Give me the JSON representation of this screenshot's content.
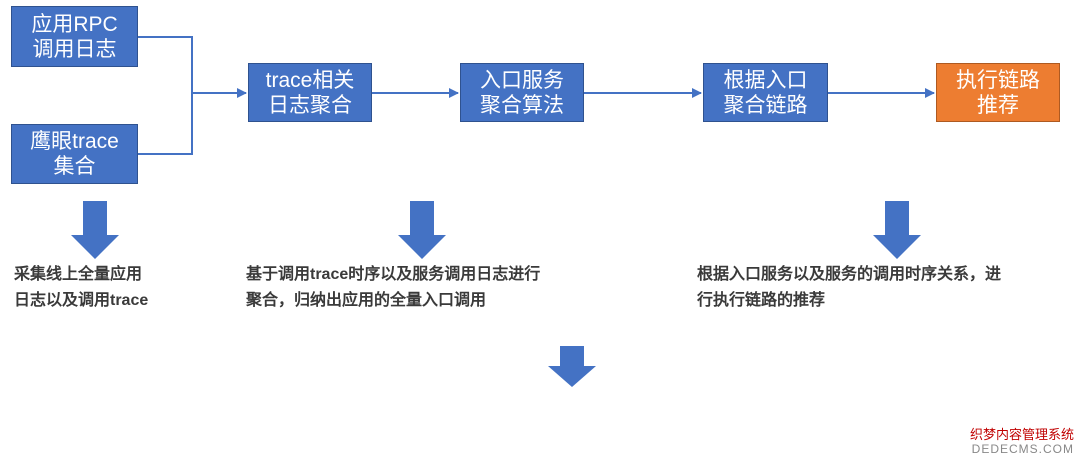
{
  "boxes": {
    "rpc_log": "应用RPC\n调用日志",
    "eagle_trace": "鹰眼trace\n集合",
    "trace_aggregate": "trace相关\n日志聚合",
    "entry_algorithm": "入口服务\n聚合算法",
    "entry_chain": "根据入口\n聚合链路",
    "recommend": "执行链路\n推荐"
  },
  "notes": {
    "collect": [
      "采集线上全量应用",
      "日志以及调用trace"
    ],
    "aggregate": [
      "基于调用trace时序以及服务调用日志进行",
      "聚合，归纳出应用的全量入口调用"
    ],
    "recommend": [
      "根据入口服务以及服务的调用时序关系，进",
      "行执行链路的推荐"
    ]
  },
  "watermark": {
    "line1": "织梦内容管理系统",
    "line2": "DEDECMS.COM"
  },
  "colors": {
    "box_blue": "#4472c4",
    "box_orange": "#ed7d31",
    "arrow_blue": "#4472c4"
  }
}
